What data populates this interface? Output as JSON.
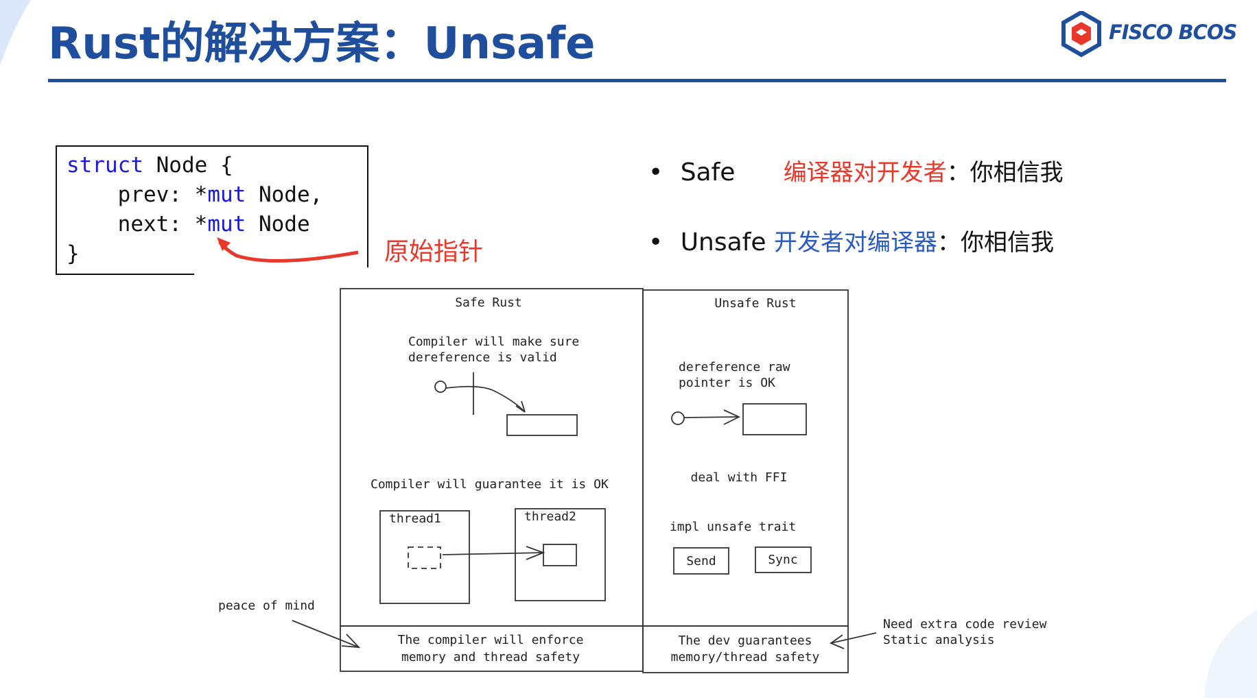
{
  "title": "Rust的解决方案：Unsafe",
  "logo": {
    "text": "FISCO BCOS"
  },
  "code": {
    "line1_kw": "struct",
    "line1_rest": " Node {",
    "line2_a": "    prev: *",
    "line2_kw": "mut",
    "line2_b": " Node,",
    "line3_a": "    next: *",
    "line3_kw": "mut",
    "line3_b": " Node",
    "line4": "}"
  },
  "raw_pointer_label": "原始指针",
  "bullets": [
    {
      "term": "Safe",
      "relation": "编译器对开发者",
      "trust": "：你相信我"
    },
    {
      "term": "Unsafe",
      "relation": "开发者对编译器",
      "trust": "：你相信我"
    }
  ],
  "diagram": {
    "safe": {
      "title": "Safe Rust",
      "deref_line1": "Compiler will make sure",
      "deref_line2": "dereference is valid",
      "guarantee": "Compiler will guarantee it is OK",
      "thread1": "thread1",
      "thread2": "thread2",
      "footer_line1": "The compiler will enforce",
      "footer_line2": "memory and thread safety"
    },
    "unsafe": {
      "title": "Unsafe Rust",
      "deref_line1": "dereference raw",
      "deref_line2": "pointer is OK",
      "ffi": "deal with FFI",
      "trait": "impl unsafe trait",
      "send": "Send",
      "sync": "Sync",
      "footer_line1": "The dev guarantees",
      "footer_line2": "memory/thread safety"
    },
    "peace": "peace of mind",
    "review_line1": "Need extra code review",
    "review_line2": "Static analysis"
  },
  "colors": {
    "brand": "#1f4e9c",
    "accent_red": "#e8382b",
    "keyword": "#1a1adb"
  }
}
